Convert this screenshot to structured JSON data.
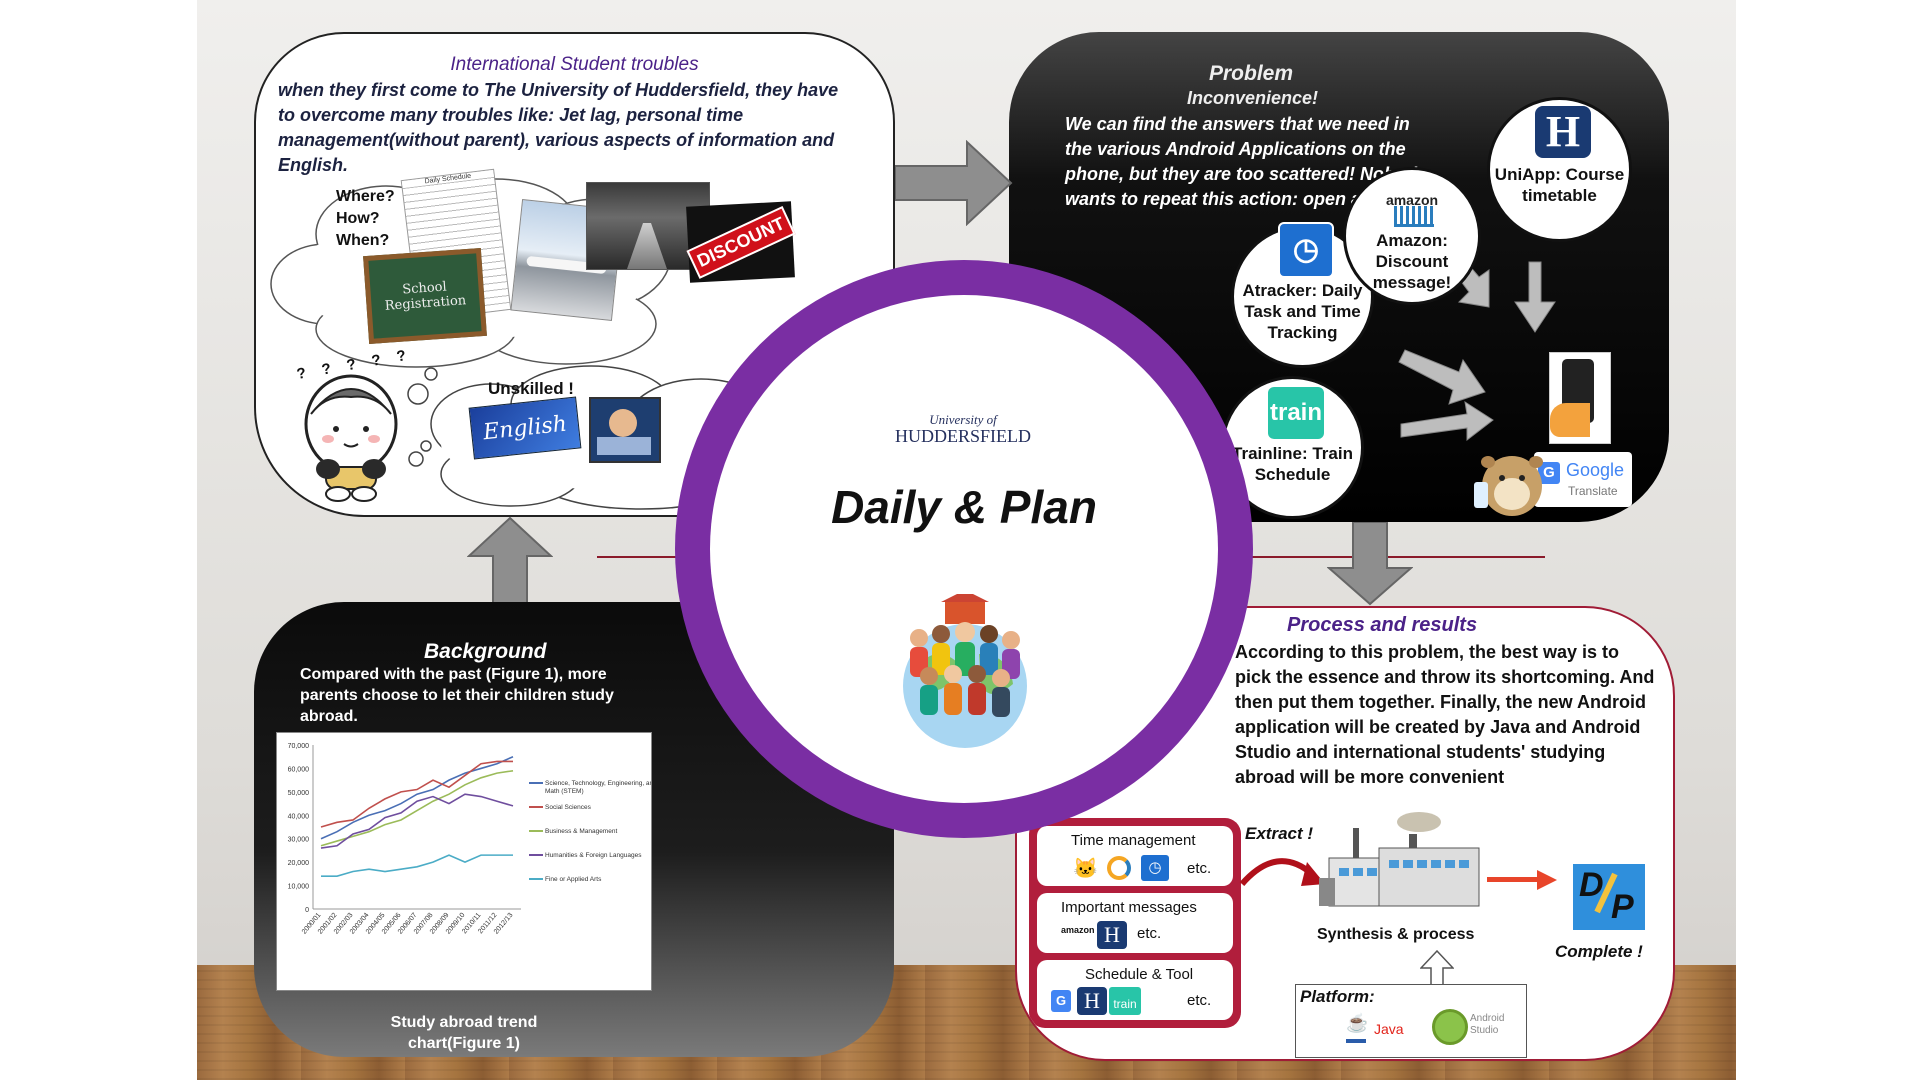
{
  "troubles": {
    "title": "International Student troubles",
    "body": "when they first come to The University of Huddersfield, they have to overcome many troubles like: Jet lag, personal time management(without parent), various aspects of information and English.",
    "where": "Where?",
    "how": "How?",
    "when": "When?",
    "question_mark": "?",
    "board_text": "School Registration",
    "schedule_title": "Daily Schedule",
    "discount": "DISCOUNT",
    "unskilled": "Unskilled !",
    "english": "English",
    "confused_marks": "? ? ? ? ?"
  },
  "problem": {
    "title": "Problem",
    "subtitle": "Inconvenience!",
    "body": "We can find the answers that we need in the various Android Applications on the phone, but they are too scattered! Nobody  wants to repeat this action: open and close",
    "apps": [
      {
        "name": "atracker",
        "label": "Atracker: Daily Task and Time Tracking"
      },
      {
        "name": "amazon",
        "label": "Amazon: Discount message!",
        "logo": "amazon"
      },
      {
        "name": "uniapp",
        "label": "UniApp: Course timetable",
        "logo": "H"
      },
      {
        "name": "trainline",
        "label": "Trainline: Train Schedule",
        "logo": "train"
      }
    ],
    "google_translate": "Google",
    "google_translate_sub": "Translate",
    "g_logo": "G"
  },
  "center": {
    "university_of": "University of",
    "university_name": "HUDDERSFIELD",
    "title": "Daily & Plan"
  },
  "background": {
    "title": "Background",
    "body": "Compared with the past (Figure 1), more parents choose to let their children study abroad.",
    "caption": "Study abroad trend chart(Figure 1)"
  },
  "chart_data": {
    "type": "line",
    "categories": [
      "2000/01",
      "2001/02",
      "2002/03",
      "2003/04",
      "2004/05",
      "2005/06",
      "2006/07",
      "2007/08",
      "2008/09",
      "2009/10",
      "2010/11",
      "2011/12",
      "2012/13"
    ],
    "yticks": [
      "70,000",
      "60,000",
      "50,000",
      "40,000",
      "30,000",
      "20,000",
      "10,000",
      "0"
    ],
    "ylim": [
      0,
      70000
    ],
    "series": [
      {
        "name": "Science, Technology, Engineering, and Math (STEM)",
        "color": "#4a6fb5",
        "values": [
          30000,
          33000,
          37000,
          40000,
          42000,
          45000,
          49000,
          51000,
          55000,
          58000,
          60000,
          62000,
          65000
        ]
      },
      {
        "name": "Social Sciences",
        "color": "#c0504d",
        "values": [
          35000,
          37000,
          38000,
          43000,
          47000,
          50000,
          51000,
          55000,
          52000,
          57000,
          62000,
          63000,
          63000
        ]
      },
      {
        "name": "Business & Management",
        "color": "#9bbb59",
        "values": [
          27000,
          29000,
          31000,
          33000,
          36000,
          38000,
          42000,
          46000,
          49000,
          53000,
          56000,
          58000,
          59000
        ]
      },
      {
        "name": "Humanities & Foreign Languages",
        "color": "#6f4e9e",
        "values": [
          26000,
          27000,
          32000,
          34000,
          39000,
          41000,
          46000,
          48000,
          45000,
          49000,
          48000,
          46000,
          44000
        ]
      },
      {
        "name": "Fine or Applied Arts",
        "color": "#4bacc6",
        "values": [
          14000,
          14000,
          16000,
          17000,
          16000,
          17000,
          18000,
          20000,
          23000,
          20000,
          23000,
          23000,
          23000
        ]
      }
    ]
  },
  "process": {
    "title": "Process and results",
    "body": "According to this problem, the best way is to pick the essence and throw its shortcoming. And then put them together. Finally, the new Android application will be created by Java and Android Studio and international students' studying abroad will be more convenient",
    "cards": [
      {
        "label": "Time management",
        "etc": "etc."
      },
      {
        "label": "Important messages",
        "etc": "etc."
      },
      {
        "label": "Schedule & Tool",
        "etc": "etc."
      }
    ],
    "extract": "Extract !",
    "synthesis": "Synthesis & process",
    "complete": "Complete !",
    "dp_d": "D",
    "dp_p": "P",
    "platform": "Platform:",
    "java": "Java",
    "android_studio": "Android Studio",
    "amazon_small": "amazon",
    "h_small": "H",
    "train_small": "train",
    "g_small": "G"
  },
  "colors": {
    "purple_ring": "#7a2ea3",
    "title_purple": "#4b2288",
    "dark_panel": "#111111",
    "maroon_border": "#b11e3c"
  }
}
